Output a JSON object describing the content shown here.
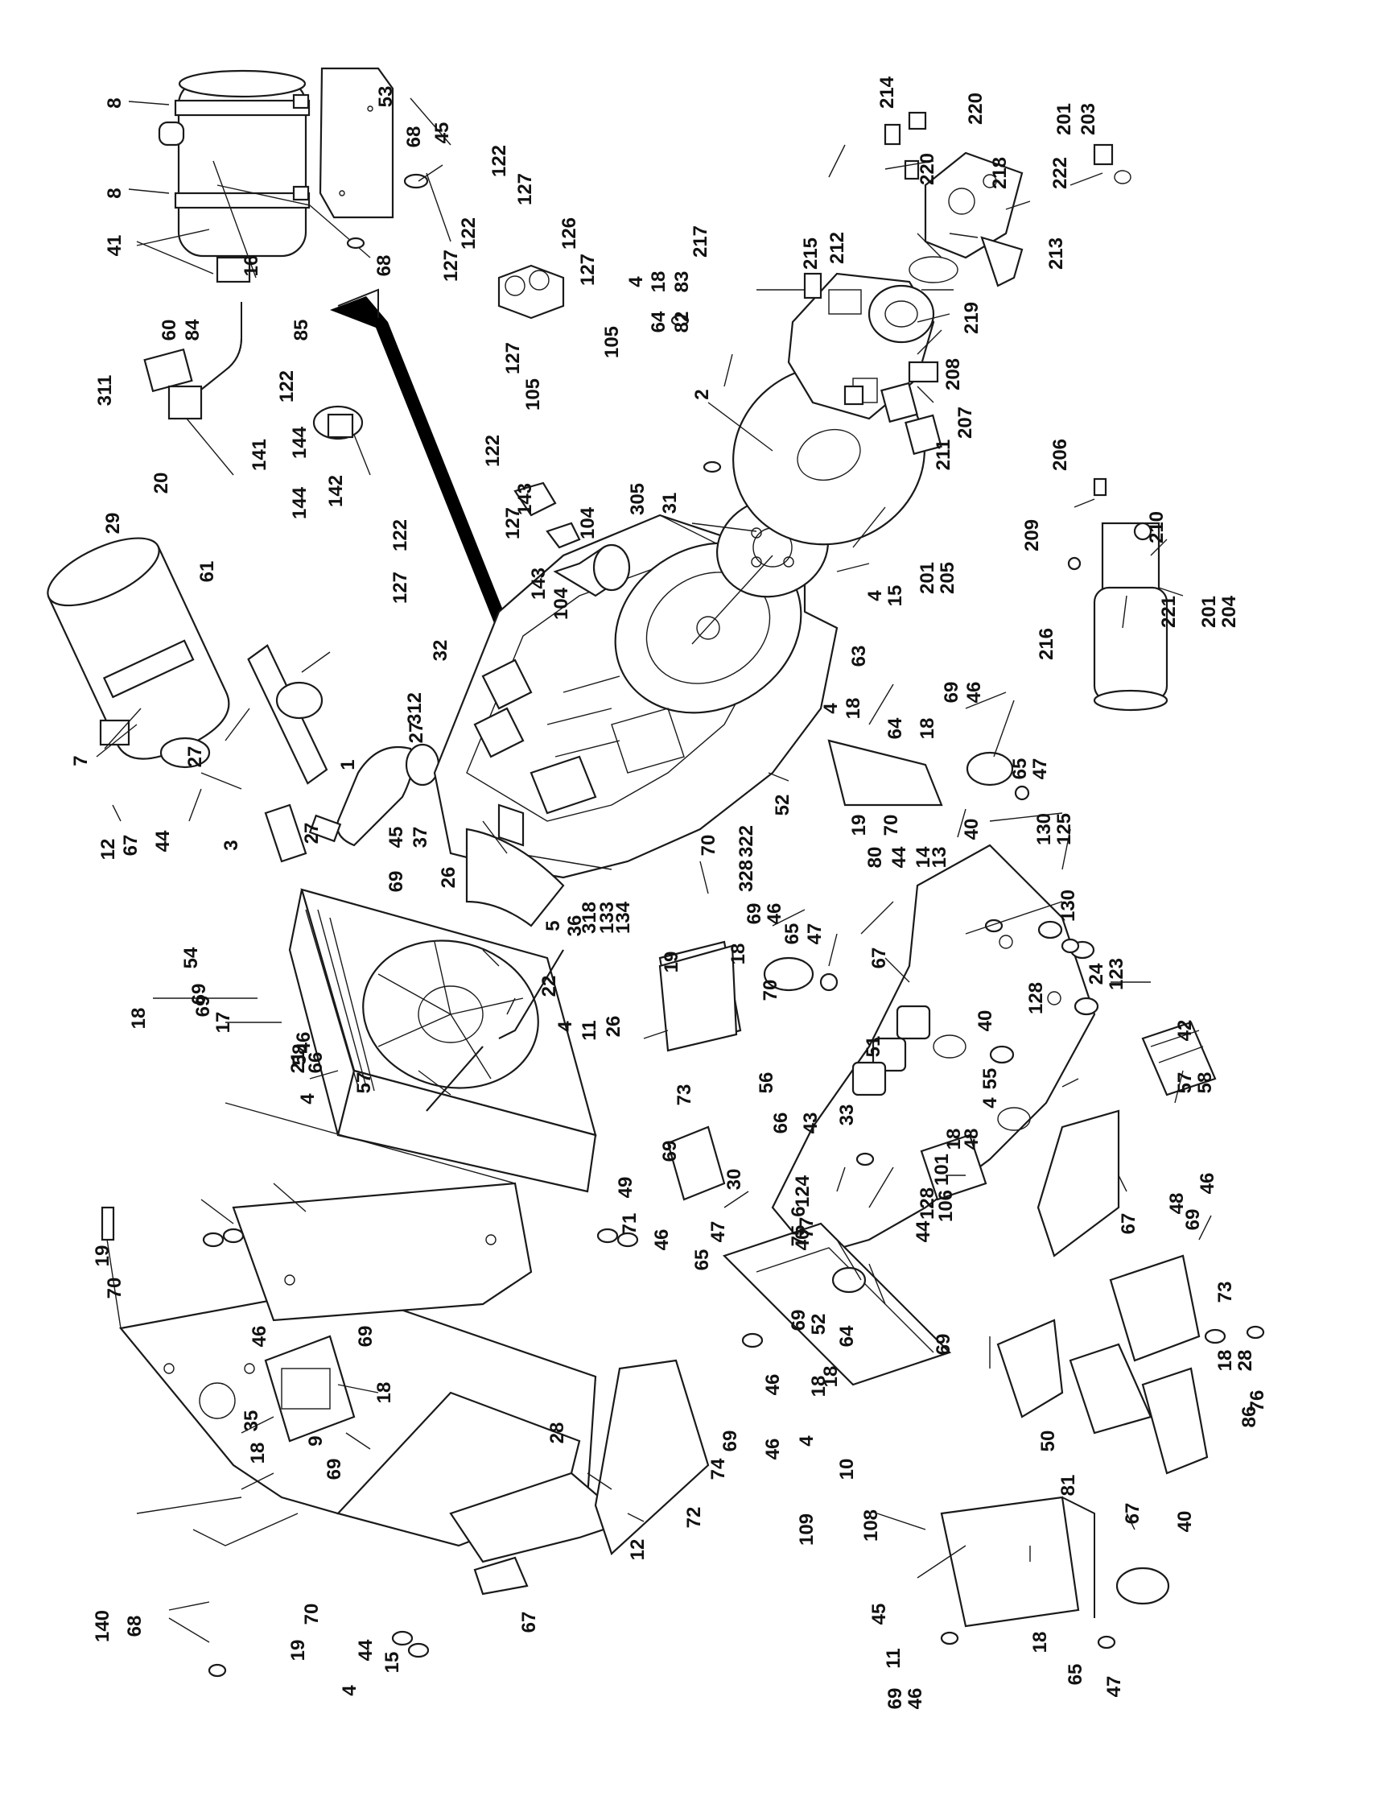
{
  "diagram": {
    "description_visible": false,
    "callouts": [
      "8",
      "53",
      "8",
      "68",
      "45",
      "41",
      "16",
      "68",
      "122",
      "127",
      "122",
      "127",
      "126",
      "127",
      "105",
      "127",
      "105",
      "4",
      "18",
      "83",
      "64",
      "82",
      "311",
      "60",
      "84",
      "85",
      "20",
      "141",
      "144",
      "122",
      "144",
      "142",
      "122",
      "127",
      "104",
      "143",
      "143",
      "122",
      "127",
      "104",
      "214",
      "220",
      "218",
      "201",
      "203",
      "222",
      "220",
      "213",
      "217",
      "215",
      "212",
      "219",
      "208",
      "207",
      "211",
      "2",
      "305",
      "31",
      "201",
      "205",
      "4",
      "15",
      "63",
      "206",
      "209",
      "210",
      "216",
      "221",
      "201",
      "204",
      "29",
      "61",
      "7",
      "27",
      "3",
      "12",
      "67",
      "44",
      "1",
      "27",
      "27",
      "312",
      "32",
      "45",
      "69",
      "37",
      "26",
      "4",
      "18",
      "64",
      "18",
      "69",
      "46",
      "65",
      "47",
      "52",
      "19",
      "70",
      "40",
      "130",
      "125",
      "322",
      "328",
      "318",
      "133",
      "134",
      "80",
      "44",
      "14",
      "13",
      "54",
      "69",
      "17",
      "70",
      "18",
      "69",
      "46",
      "65",
      "47",
      "19",
      "5",
      "36",
      "67",
      "130",
      "24",
      "123",
      "4",
      "11",
      "26",
      "70",
      "40",
      "128",
      "4",
      "21",
      "66",
      "33",
      "51",
      "55",
      "4",
      "18",
      "48",
      "42",
      "57",
      "58",
      "57",
      "58",
      "18",
      "69",
      "46",
      "22",
      "56",
      "66",
      "43",
      "101",
      "106",
      "128",
      "48",
      "124",
      "77",
      "49",
      "71",
      "73",
      "69",
      "46",
      "6",
      "75",
      "19",
      "70",
      "40",
      "65",
      "47",
      "30",
      "44",
      "67",
      "69",
      "46",
      "73",
      "46",
      "69",
      "18",
      "69",
      "52",
      "64",
      "18",
      "18",
      "69",
      "46",
      "4",
      "18",
      "28",
      "76",
      "86",
      "35",
      "28",
      "18",
      "69",
      "9",
      "69",
      "46",
      "10",
      "74",
      "109",
      "108",
      "50",
      "81",
      "40",
      "72",
      "12",
      "67",
      "45",
      "140",
      "68",
      "44",
      "67",
      "15",
      "70",
      "19",
      "4",
      "11",
      "18",
      "69",
      "46",
      "65",
      "47"
    ]
  }
}
